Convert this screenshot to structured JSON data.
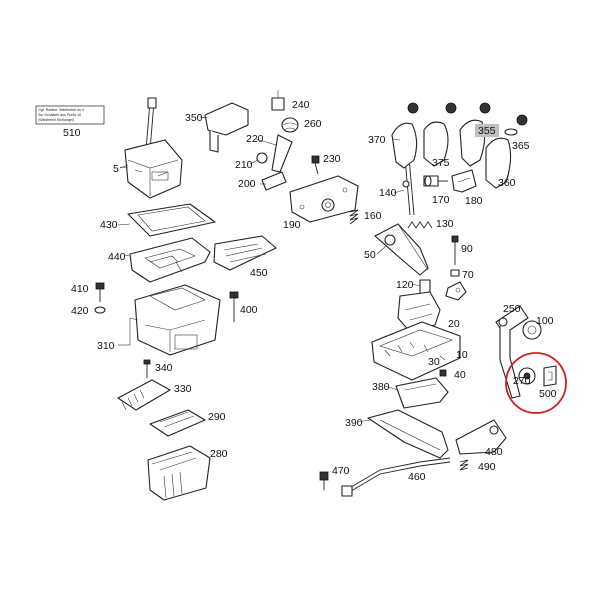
{
  "note_box": {
    "lines": [
      "Ggf. Radien: Wahlhebel im V",
      "Zur Schaltein aus Punkt 10",
      "(Wahlhebel Einfluegel)"
    ],
    "ref": "510"
  },
  "callouts": {
    "c5": "5",
    "c310": "310",
    "c340": "340",
    "c330": "330",
    "c290": "290",
    "c280": "280",
    "c350": "350",
    "c240": "240",
    "c260": "260",
    "c220": "220",
    "c210": "210",
    "c200": "200",
    "c230": "230",
    "c190": "190",
    "c160": "160",
    "c130": "130",
    "c140": "140",
    "c170": "170",
    "c180": "180",
    "c50": "50",
    "c90": "90",
    "c70": "70",
    "c120": "120",
    "c20": "20",
    "c250": "250",
    "c100": "100",
    "c10": "10",
    "c370": "370",
    "c375": "375",
    "c355": "355",
    "c365": "365",
    "c360": "360",
    "c270": "270",
    "c500": "500",
    "c380": "380",
    "c40": "40",
    "c390": "390",
    "c480": "480",
    "c490": "490",
    "c470": "470",
    "c460": "460",
    "c30": "30",
    "c410": "410",
    "c420": "420",
    "c400": "400",
    "c430": "430",
    "c440": "440",
    "c450": "450"
  },
  "highlight": {
    "color": "#cc1f1f",
    "parts": [
      "270",
      "500"
    ]
  },
  "badge_355": {
    "bg": "#bfbfbf"
  }
}
